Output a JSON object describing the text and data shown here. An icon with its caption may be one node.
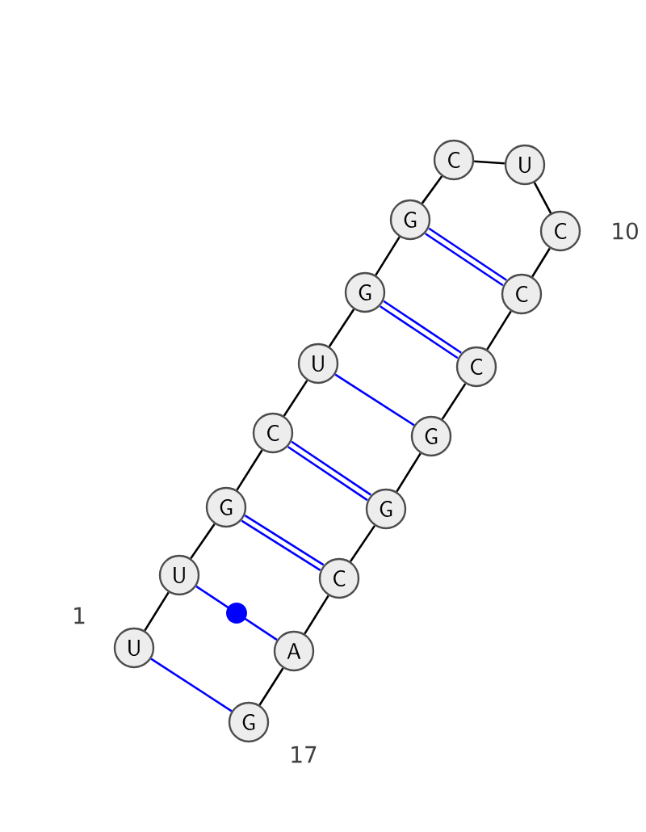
{
  "diagram": {
    "nodes": [
      {
        "text": [
          "U"
        ],
        "beside": [
          "1"
        ]
      },
      {
        "text": [
          "U"
        ]
      },
      {
        "text": [
          "G"
        ]
      },
      {
        "text": [
          "C"
        ]
      },
      {
        "text": [
          "U"
        ]
      },
      {
        "text": [
          "G"
        ]
      },
      {
        "text": [
          "G"
        ]
      },
      {
        "text": [
          "C"
        ]
      },
      {
        "text": [
          "U"
        ]
      },
      {
        "text": [
          "C"
        ],
        "beside": [
          "10"
        ]
      },
      {
        "text": [
          "C"
        ]
      },
      {
        "text": [
          "C"
        ]
      },
      {
        "text": [
          "G"
        ]
      },
      {
        "text": [
          "G"
        ]
      },
      {
        "text": [
          "C"
        ]
      },
      {
        "text": [
          "A"
        ]
      },
      {
        "text": [
          "G"
        ],
        "beside": [
          "17"
        ]
      }
    ],
    "edges": [
      {
        "from": 0,
        "to": 1,
        "arrow": "none"
      },
      {
        "from": 1,
        "to": 2,
        "arrow": "none"
      },
      {
        "from": 2,
        "to": 3,
        "arrow": "none"
      },
      {
        "from": 3,
        "to": 4,
        "arrow": "none"
      },
      {
        "from": 4,
        "to": 5,
        "arrow": "none"
      },
      {
        "from": 5,
        "to": 6,
        "arrow": "none"
      },
      {
        "from": 6,
        "to": 7,
        "arrow": "none"
      },
      {
        "from": 7,
        "to": 8,
        "arrow": "none"
      },
      {
        "from": 8,
        "to": 9,
        "arrow": "none"
      },
      {
        "from": 9,
        "to": 10,
        "arrow": "none"
      },
      {
        "from": 10,
        "to": 11,
        "arrow": "none"
      },
      {
        "from": 11,
        "to": 12,
        "arrow": "none"
      },
      {
        "from": 12,
        "to": 13,
        "arrow": "none"
      },
      {
        "from": 13,
        "to": 14,
        "arrow": "none"
      },
      {
        "from": 14,
        "to": 15,
        "arrow": "none"
      },
      {
        "from": 15,
        "to": 16,
        "arrow": "none"
      },
      {
        "from": 0,
        "to": 16,
        "arrow": "none",
        "color": "#0000ff"
      },
      {
        "from": 1,
        "to": 15,
        "arrow": "none",
        "color": "#0000ff"
      },
      {
        "from": 2,
        "to": 14,
        "arrow": "none",
        "color": "#0000ff",
        "style": "thick"
      },
      {
        "from": 3,
        "to": 13,
        "arrow": "none",
        "color": "#0000ff",
        "style": "thick"
      },
      {
        "from": 4,
        "to": 12,
        "arrow": "none",
        "color": "#0000ff"
      },
      {
        "from": 5,
        "to": 11,
        "arrow": "none",
        "color": "#0000ff",
        "style": "thick"
      },
      {
        "from": 6,
        "to": 10,
        "arrow": "none",
        "color": "#0000ff",
        "style": "thick"
      }
    ]
  }
}
